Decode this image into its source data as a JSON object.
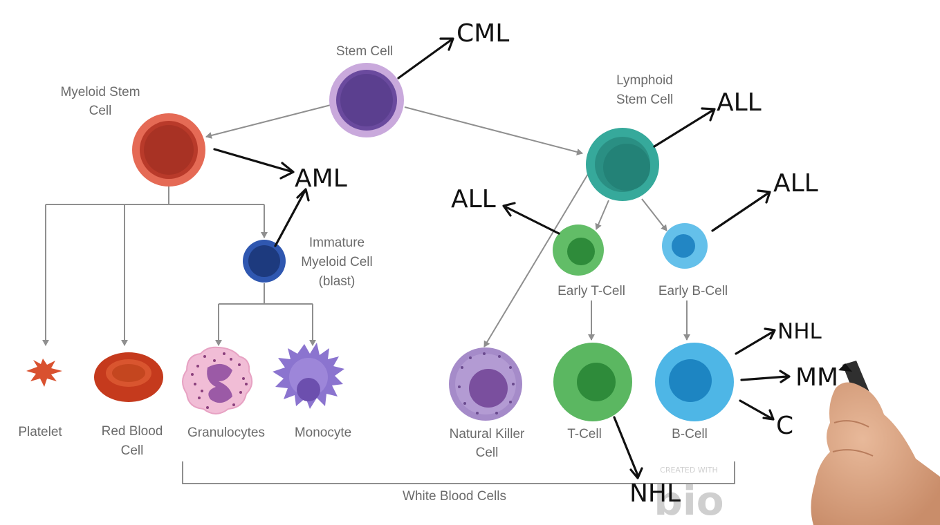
{
  "labels": {
    "stem_cell": "Stem Cell",
    "myeloid_line1": "Myeloid Stem",
    "myeloid_line2": "Cell",
    "lymphoid_line1": "Lymphoid",
    "lymphoid_line2": "Stem Cell",
    "immature_line1": "Immature",
    "immature_line2": "Myeloid Cell",
    "immature_line3": "(blast)",
    "early_t": "Early T-Cell",
    "early_b": "Early B-Cell",
    "platelet": "Platelet",
    "rbc_line1": "Red Blood",
    "rbc_line2": "Cell",
    "granulocytes": "Granulocytes",
    "monocyte": "Monocyte",
    "nk_line1": "Natural Killer",
    "nk_line2": "Cell",
    "t_cell": "T-Cell",
    "b_cell": "B-Cell",
    "white_blood_cells": "White Blood Cells"
  },
  "annotations": {
    "cml": "CML",
    "aml": "AML",
    "all_lymphoid": "ALL",
    "all_early_t": "ALL",
    "all_early_b": "ALL",
    "nhl_b": "NHL",
    "mm": "MM",
    "cll_partial": "C",
    "nhl_t": "NHL"
  },
  "watermark": {
    "line1": "CREATED WITH",
    "line2": "bio"
  },
  "colors": {
    "stem": "#5b3f8f",
    "myeloid": "#c6392b",
    "lymphoid": "#2a9d8f",
    "blast": "#1f3f86",
    "t_cell": "#4caf50",
    "b_cell": "#3aa8dc",
    "nk": "#a58bc9",
    "ink": "#111111"
  }
}
